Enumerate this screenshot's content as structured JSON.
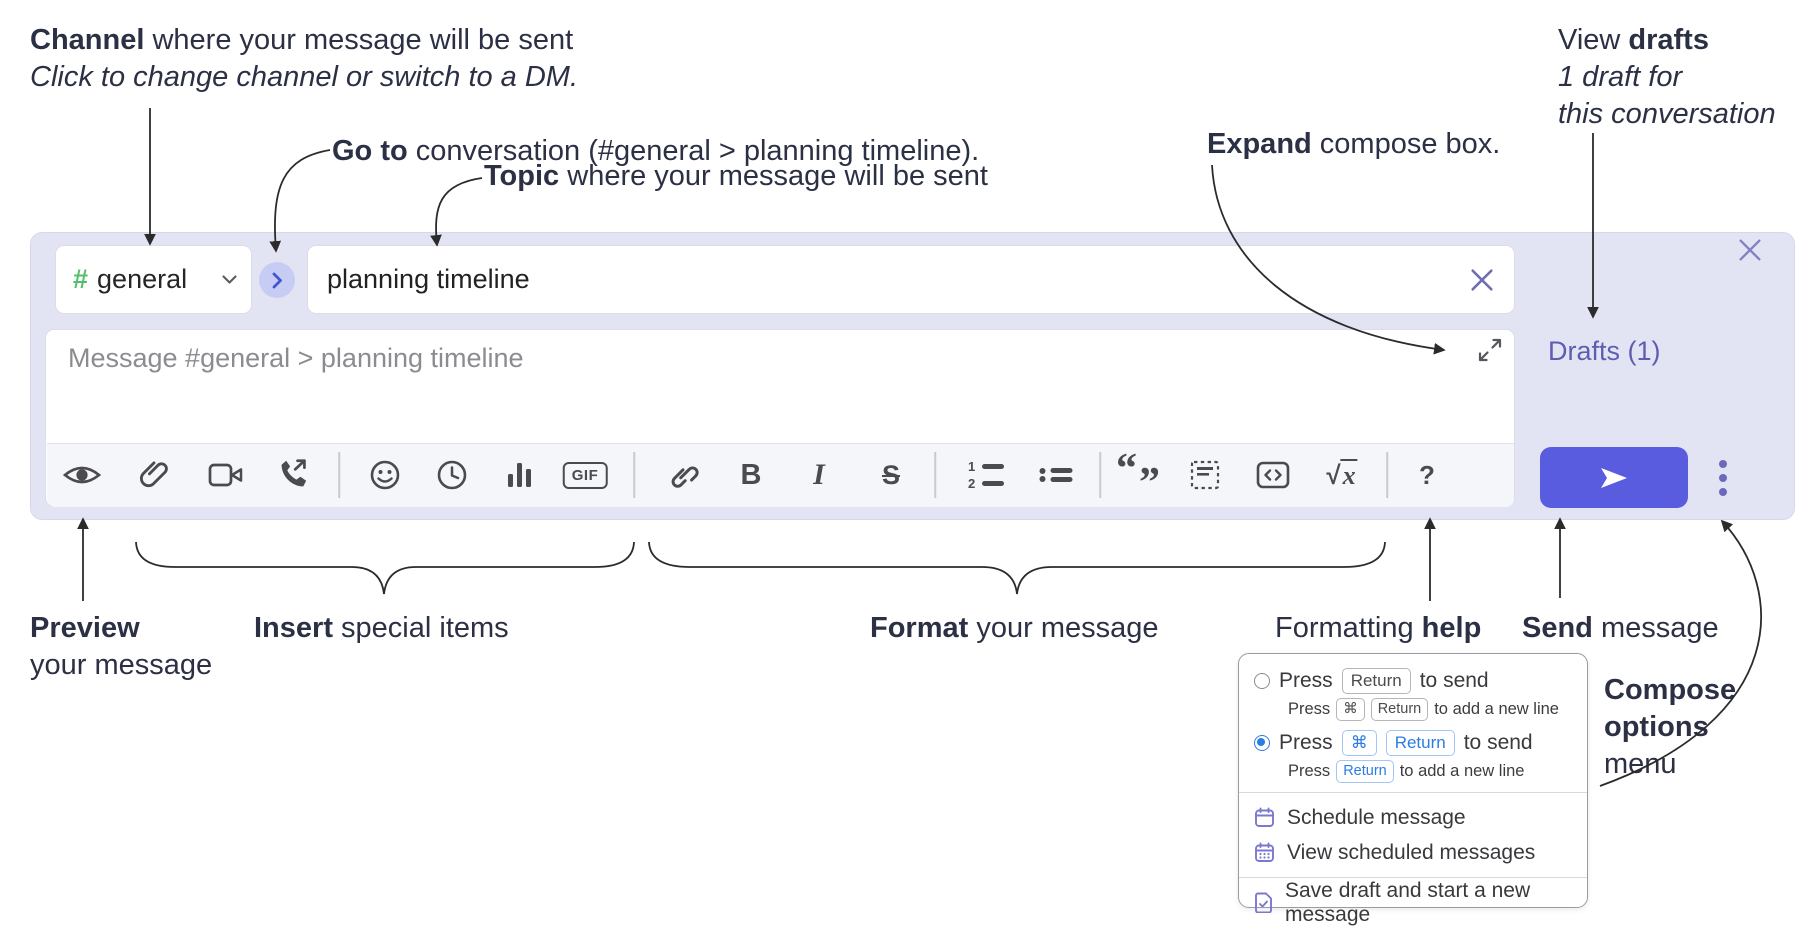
{
  "annotations": {
    "channel": {
      "bold": "Channel",
      "rest": " where your message will be sent",
      "sub": "Click to change channel or switch to a DM."
    },
    "goto": {
      "bold": "Go to",
      "rest": " conversation (#general > planning timeline)."
    },
    "topic": {
      "bold": "Topic",
      "rest": " where your message will be sent"
    },
    "expand": {
      "bold": "Expand",
      "rest": " compose box."
    },
    "view_drafts": {
      "pre": "View ",
      "bold": "drafts",
      "line2": "1 draft for",
      "line3": "this conversation"
    },
    "preview": {
      "bold": "Preview",
      "line2": "your message"
    },
    "insert": {
      "bold": "Insert",
      "rest": " special items"
    },
    "format": {
      "bold": "Format",
      "rest": " your message"
    },
    "formatting_help": {
      "pre": "Formatting ",
      "bold": "help"
    },
    "send": {
      "bold": "Send",
      "rest": " message"
    },
    "compose_options": {
      "line1": "Compose",
      "line2": "options",
      "line3": "menu"
    }
  },
  "compose": {
    "channel": {
      "hash": "#",
      "name": "general"
    },
    "topic_value": "planning timeline",
    "message_placeholder": "Message #general > planning timeline",
    "drafts_link": "Drafts (1)",
    "toolbar": {
      "icons": [
        "preview-eye",
        "attach-paperclip",
        "start-video-call",
        "start-audio-call",
        "emoji",
        "add-global-time",
        "add-poll",
        "add-gif",
        "link",
        "bold",
        "italic",
        "strikethrough",
        "numbered-list",
        "bulleted-list",
        "quote",
        "spoiler",
        "code",
        "math",
        "message-formatting-help"
      ],
      "gif": "GIF",
      "bold": "B",
      "italic": "I",
      "strike": "S",
      "ol1": "1",
      "ol2": "2",
      "quote_open": "“",
      "quote_close": "”",
      "math_radical": "√",
      "math_x": "x",
      "help": "?"
    }
  },
  "menu": {
    "opt1": {
      "pre": "Press",
      "key1": "Return",
      "post": "to send",
      "sub_pre": "Press",
      "sub_key1": "⌘",
      "sub_key2": "Return",
      "sub_post": "to add a new line",
      "selected": false
    },
    "opt2": {
      "pre": "Press",
      "key1": "⌘",
      "key2": "Return",
      "post": "to send",
      "sub_pre": "Press",
      "sub_key1": "Return",
      "sub_post": "to add a new line",
      "selected": true
    },
    "schedule": "Schedule message",
    "view_scheduled": "View scheduled messages",
    "save_draft": "Save draft and start a new message"
  },
  "colors": {
    "compose_bg": "#e3e4f3",
    "send_button": "#5a5ce0",
    "link_purple": "#5f5db2",
    "radio_blue": "#2b7de0",
    "channel_green": "#54bf6a",
    "menu_icon_purple": "#7b78cf",
    "annotation_text": "#2c3044",
    "toolbar_icon": "#4b4b4f"
  }
}
